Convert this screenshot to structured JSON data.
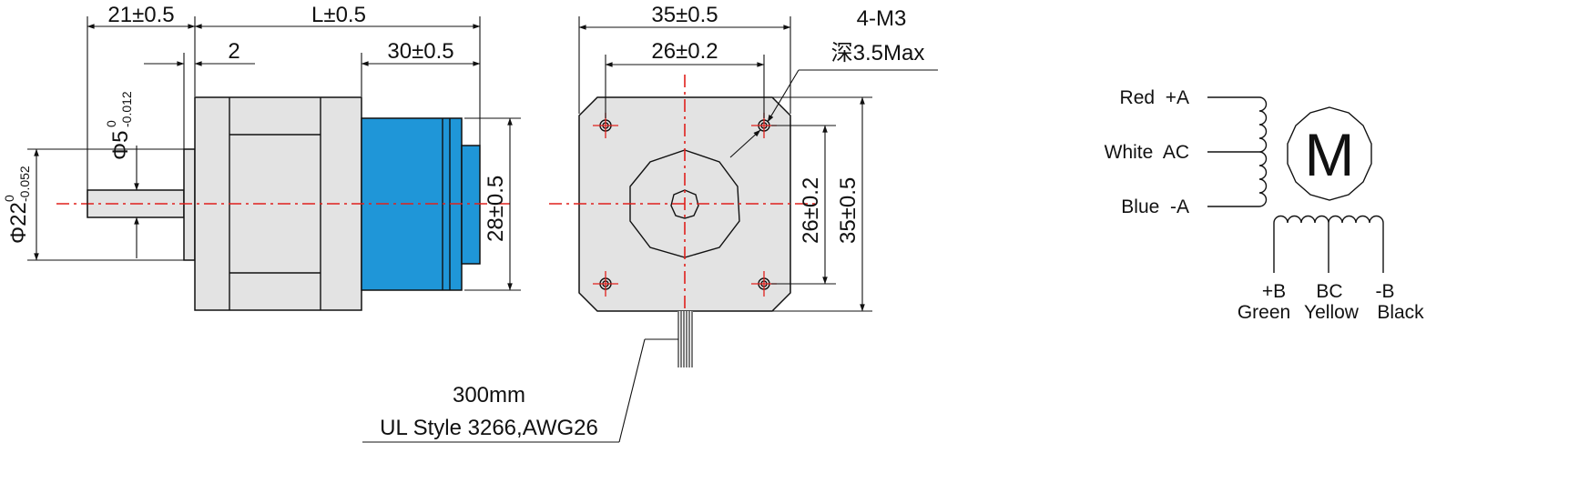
{
  "colors": {
    "motor_body": "#e3e3e3",
    "rear_housing": "#1f96d8",
    "centerline": "#e0201c",
    "lines": "#111111",
    "background": "#ffffff"
  },
  "side_view": {
    "dim_shaft_length": "21±0.5",
    "dim_body_length": "L±0.5",
    "dim_flange": "2",
    "dim_rear_housing": "30±0.5",
    "dim_shaft_diameter_main": "Φ5",
    "dim_shaft_diameter_tol_upper": "0",
    "dim_shaft_diameter_tol_lower": "-0.012",
    "dim_boss_diameter_main": "Φ22",
    "dim_boss_diameter_tol_upper": "0",
    "dim_boss_diameter_tol_lower": "-0.052",
    "dim_rear_height": "28±0.5"
  },
  "front_view": {
    "dim_width": "35±0.5",
    "dim_hole_spacing_x": "26±0.2",
    "dim_hole_spacing_y": "26±0.2",
    "dim_height": "35±0.5",
    "mounting_holes_label": "4-M3",
    "mounting_holes_depth": "深3.5Max"
  },
  "lead_wire": {
    "length": "300mm",
    "spec": "UL Style 3266,AWG26"
  },
  "wiring_diagram": {
    "motor_symbol": "M",
    "phase_a_leads": [
      {
        "label": "Red  +A"
      },
      {
        "label": "White  AC"
      },
      {
        "label": "Blue  -A"
      }
    ],
    "phase_b_leads": [
      {
        "signal": "+B",
        "color": "Green"
      },
      {
        "signal": "BC",
        "color": "Yellow"
      },
      {
        "signal": "-B",
        "color": "Black"
      }
    ]
  }
}
